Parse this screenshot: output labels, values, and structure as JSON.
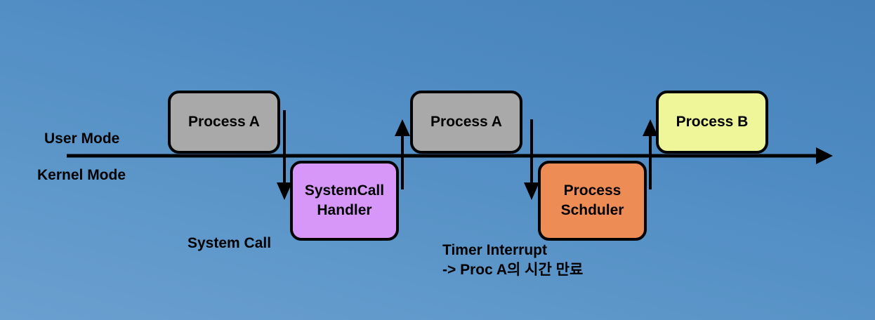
{
  "colors": {
    "process_a": "#a9a9a9",
    "syscall_handler": "#d797f8",
    "scheduler": "#ee8c55",
    "process_b": "#eff69a"
  },
  "mode_labels": {
    "user": "User Mode",
    "kernel": "Kernel Mode"
  },
  "boxes": {
    "process_a_1": "Process A",
    "syscall_handler": "SystemCall\nHandler",
    "process_a_2": "Process A",
    "scheduler": "Process\nSchduler",
    "process_b": "Process B"
  },
  "annotations": {
    "system_call": "System Call",
    "timer_line1": "Timer Interrupt",
    "timer_line2": "-> Proc A의 시간 만료"
  }
}
